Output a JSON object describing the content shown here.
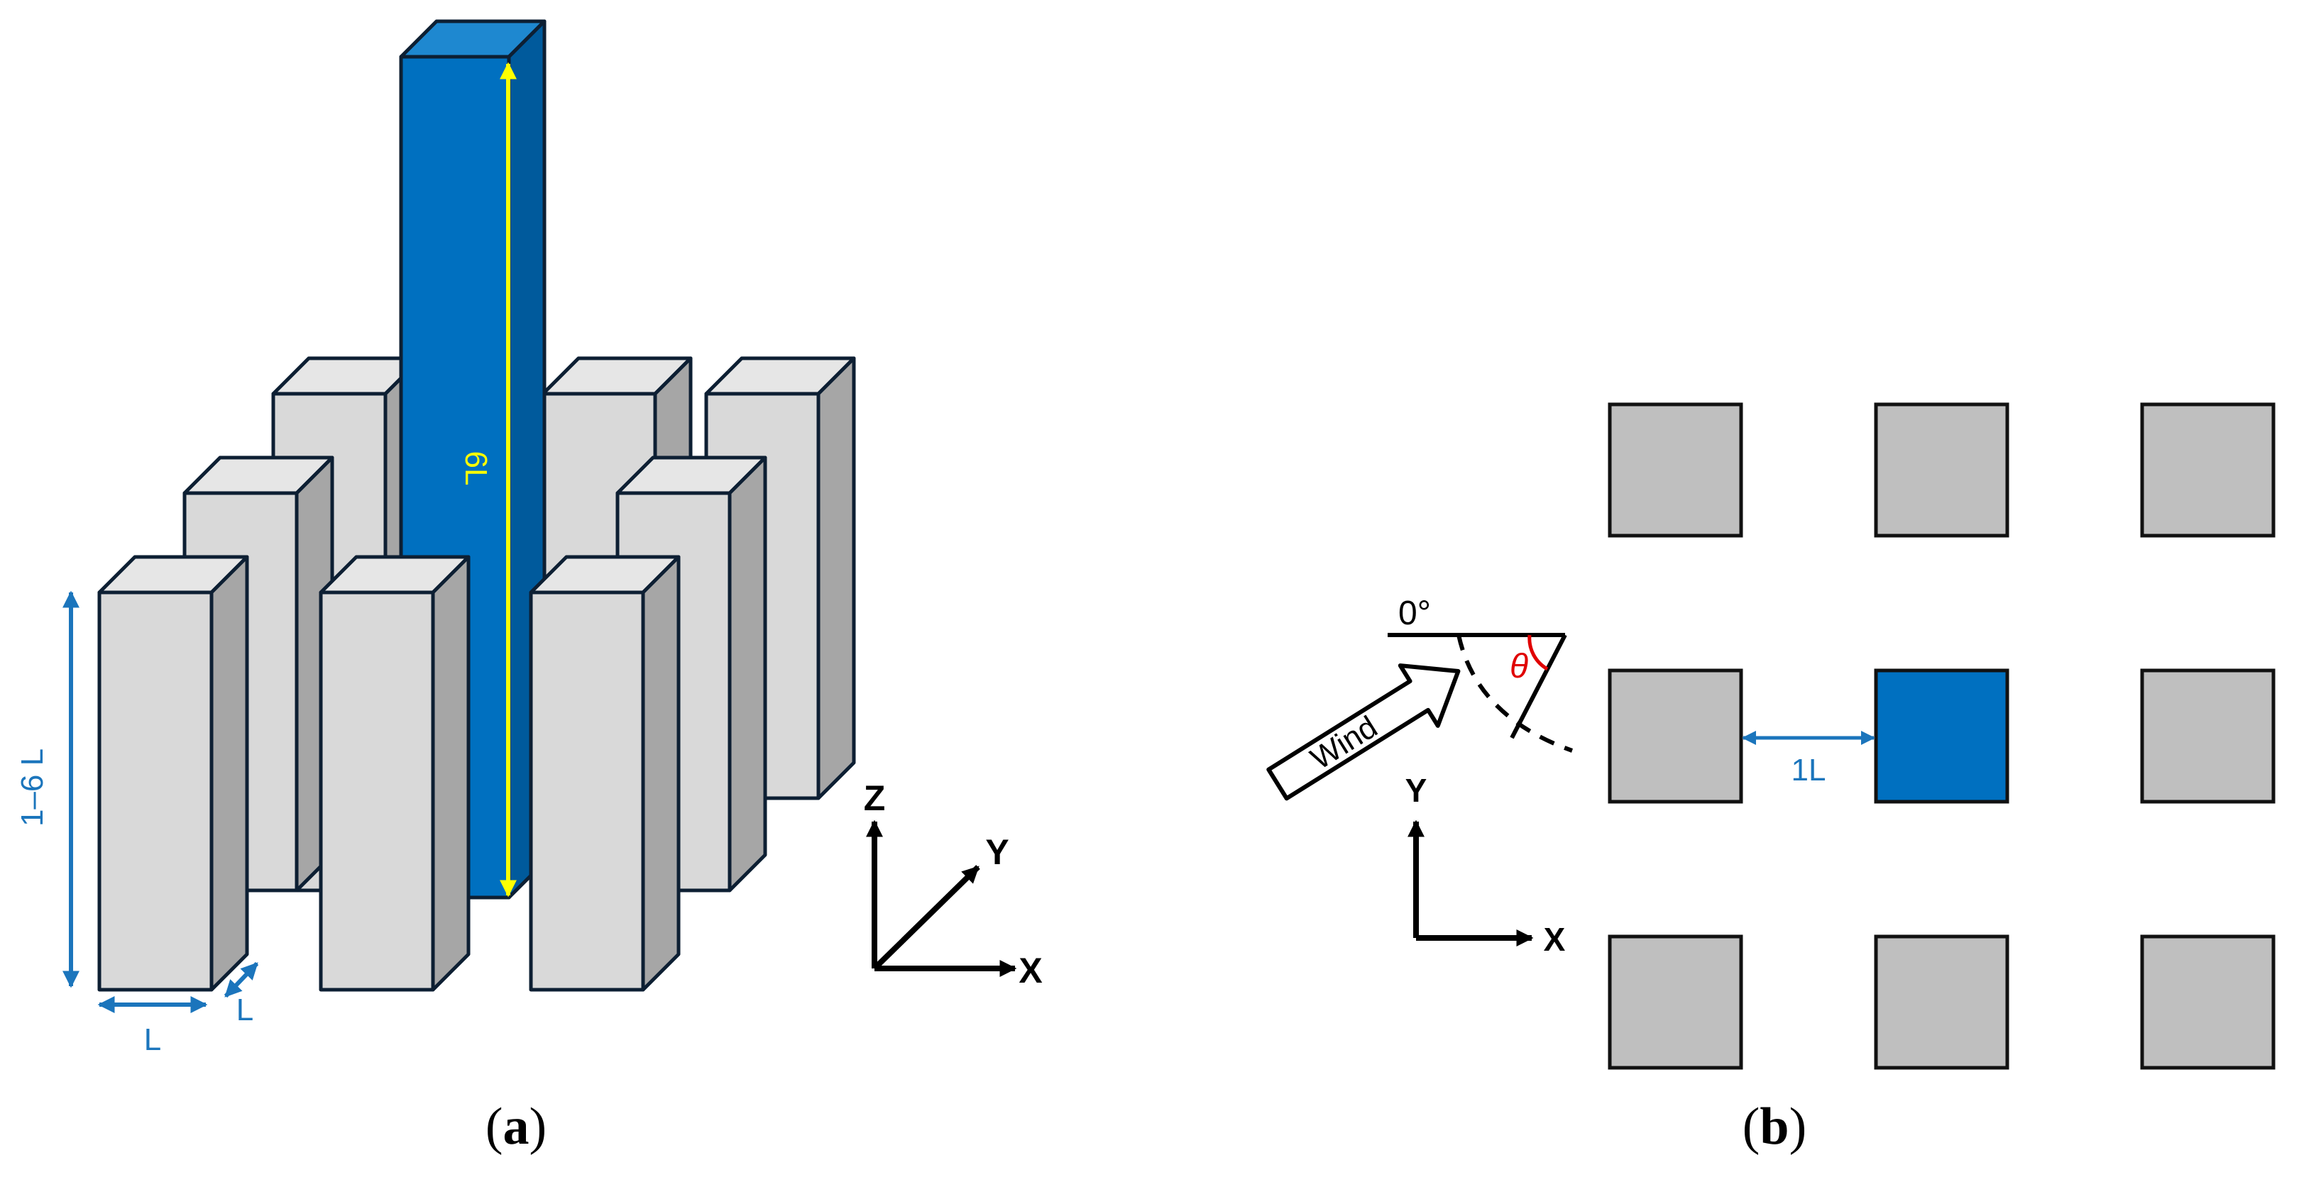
{
  "colors": {
    "building_front": "#d9d9d9",
    "building_side": "#a6a6a6",
    "building_top": "#e6e6e6",
    "target_front": "#0070c0",
    "target_side": "#005a9c",
    "target_top": "#1e88d0",
    "outline": "#0d1f33",
    "dimension_blue": "#1b75bc",
    "dimension_yellow": "#ffff00",
    "angle_red": "#e00000",
    "plan_gray": "#bfbfbf"
  },
  "panel_a": {
    "caption": {
      "open": "(",
      "letter": "a",
      "close": ")"
    },
    "height_range_label": "1–6 L",
    "target_height_label": "6L",
    "width_label_x": "L",
    "width_label_y": "L",
    "axes": {
      "z": "Z",
      "y": "Y",
      "x": "X"
    }
  },
  "panel_b": {
    "caption": {
      "open": "(",
      "letter": "b",
      "close": ")"
    },
    "zero_angle_label": "0°",
    "theta_label": "θ",
    "wind_label": "Wind",
    "spacing_label": "1L",
    "axes": {
      "y": "Y",
      "x": "X"
    },
    "grid": {
      "rows": 3,
      "cols": 3,
      "target_row": 1,
      "target_col": 1
    }
  }
}
